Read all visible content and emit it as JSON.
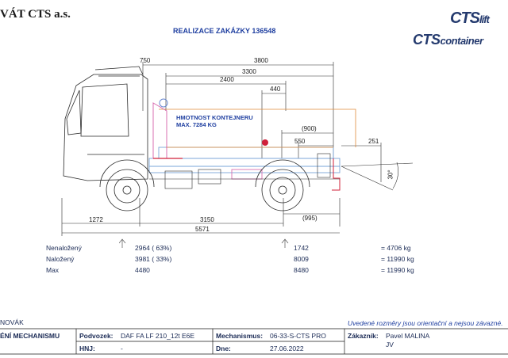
{
  "header": {
    "company": "VÁT CTS a.s.",
    "title": "REALIZACE ZAKÁZKY 136548",
    "logo_lift_brand": "CTS",
    "logo_lift_suffix": "lift",
    "logo_container_brand": "CTS",
    "logo_container_suffix": "container"
  },
  "diagram": {
    "dims_top": [
      "750",
      "3800",
      "3300",
      "2400",
      "440",
      "(900)",
      "550",
      "251"
    ],
    "dims_bottom": [
      "1272",
      "3150",
      "(995)",
      "5571"
    ],
    "angle": "30°",
    "note_line1": "HMOTNOST KONTEJNERU",
    "note_line2": "MAX. 7284 KG"
  },
  "weights": {
    "rows": [
      {
        "label": "Nenaložený",
        "front": "2964 ( 63%)",
        "rear": "1742",
        "total": "= 4706 kg"
      },
      {
        "label": "Naložený",
        "front": "3981 ( 33%)",
        "rear": "8009",
        "total": "= 11990 kg"
      },
      {
        "label": "Max",
        "front": "4480",
        "rear": "8480",
        "total": "= 11990 kg"
      }
    ]
  },
  "footer": {
    "author": "NOVÁK",
    "disclaimer": "Uvedené rozměry jsou orientační a nejsou závazné.",
    "section": "ÉNÍ MECHANISMU",
    "podvozek_label": "Podvozek:",
    "podvozek_value": "DAF FA LF 210_12t E6E",
    "mechanismus_label": "Mechanismus:",
    "mechanismus_value": "06-33-S-CTS PRO",
    "zakaznik_label": "Zákazník:",
    "zakaznik_value1": "Pavel MALINA",
    "zakaznik_value2": "JV",
    "hnj_label": "HNJ:",
    "hnj_value": "-",
    "dne_label": "Dne:",
    "dne_value": "27.06.2022"
  },
  "colors": {
    "accent_blue": "#1f3fa0",
    "hook_red": "#d0203a",
    "hook_pink": "#d86fb0",
    "frame_blue": "#7aa6d8",
    "frame_orange": "#e08a3a"
  }
}
